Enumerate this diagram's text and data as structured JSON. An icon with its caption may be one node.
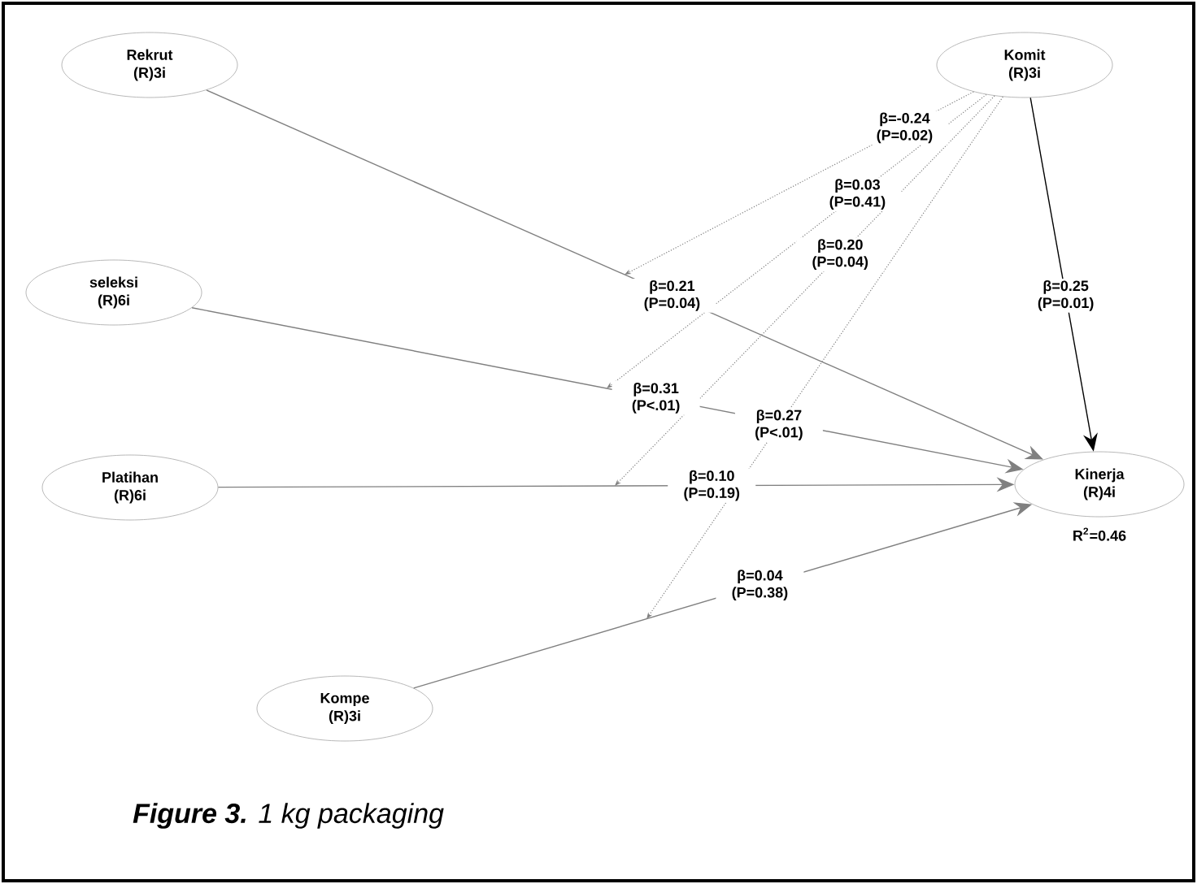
{
  "diagram": {
    "caption": "**Figure 3.** 1 kg packaging",
    "nodes": [
      {
        "text": [
          "Rekrut (R)3i"
        ]
      },
      {
        "text": [
          "Komit (R)3i"
        ]
      },
      {
        "text": [
          "seleksi (R)6i"
        ]
      },
      {
        "text": [
          "Platihan (R)6i"
        ]
      },
      {
        "text": [
          "Kinerja (R)4i"
        ],
        "beside": [
          "R$^{2}$=0.46"
        ]
      },
      {
        "text": [
          "Kompe (R)3i"
        ]
      }
    ],
    "edges": [
      {
        "from": 0,
        "to": 4,
        "arrow": "to",
        "label": "β=0.21 (P=0.04)"
      },
      {
        "from": 2,
        "to": 4,
        "arrow": "to",
        "label": "β=0.31 (P<.01)"
      },
      {
        "from": 3,
        "to": 4,
        "arrow": "to",
        "label": "β=0.10 (P=0.19)"
      },
      {
        "from": 5,
        "to": 4,
        "arrow": "to",
        "label": "β=0.04 (P=0.38)"
      },
      {
        "from": 1,
        "to": 4,
        "arrow": "to",
        "label": "β=0.25 (P=0.01)",
        "color": "#000000"
      },
      {
        "from": 1,
        "to": null,
        "arrow": "to",
        "label": "β=-0.24 (P=0.02)",
        "style": "dashed"
      },
      {
        "from": 1,
        "to": null,
        "arrow": "to",
        "label": "β=0.03 (P=0.41)",
        "style": "dashed"
      },
      {
        "from": 1,
        "to": null,
        "arrow": "to",
        "label": "β=0.20 (P=0.04)",
        "style": "dashed"
      },
      {
        "from": 1,
        "to": null,
        "arrow": "to",
        "label": "β=0.27 (P<.01)",
        "style": "dashed"
      }
    ]
  }
}
